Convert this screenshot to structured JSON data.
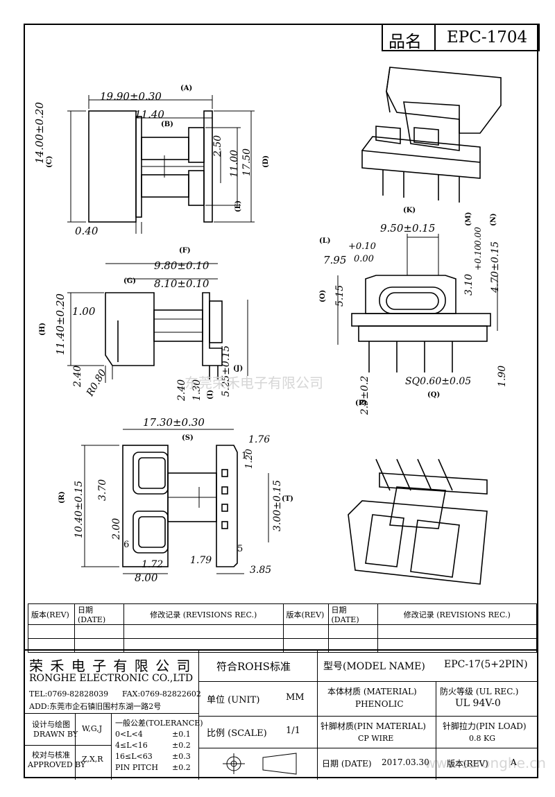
{
  "header": {
    "name_label": "品名",
    "part_no": "EPC-1704"
  },
  "view_top": {
    "dim_A": "19.90±0.30",
    "tag_A": "(A)",
    "dim_B": "11.40",
    "tag_B": "(B)",
    "dim_C": "14.00±0.20",
    "tag_C": "(C)",
    "dim_D": "17.50",
    "tag_D": "(D)",
    "dim_E": "11.00",
    "tag_E": "(E)",
    "dim_250": "2.50",
    "dim_040": "0.40"
  },
  "view_side": {
    "tag_F": "(F)",
    "dim_F": "9.80±0.10",
    "tag_G": "(G)",
    "dim_G": "8.10±0.10",
    "tag_H": "(H)",
    "dim_H": "11.40±0.20",
    "dim_100": "1.00",
    "dim_240a": "2.40",
    "dim_r080": "R0.80",
    "dim_240b": "2.40",
    "dim_130": "1.30",
    "dim_j": "5.25±0.15",
    "tag_J": "(J)",
    "tag_i": "(I)"
  },
  "view_front": {
    "tag_K": "(K)",
    "dim_K": "9.50±0.15",
    "tag_L": "(L)",
    "dim_L_plus": "+0.10",
    "dim_L_base": "7.95",
    "dim_L_minus": "0.00",
    "tag_M": "(M)",
    "dim_M": "3.10",
    "dim_M_plus": "+0.10",
    "dim_M_minus": "0.00",
    "tag_N": "(N)",
    "dim_N": "4.70±0.15",
    "tag_O": "(O)",
    "dim_O": "5.15",
    "dim_190": "1.90",
    "tag_P": "(P)",
    "dim_P": "2.9±0.2",
    "tag_Q": "(Q)",
    "dim_Q": "SQ0.60±0.05"
  },
  "view_bottom": {
    "dim_S": "17.30±0.30",
    "tag_S": "(S)",
    "dim_176": "1.76",
    "dim_120": "1.20",
    "tag_R": "(R)",
    "dim_R": "10.40±0.15",
    "dim_370": "3.70",
    "dim_200": "2.00",
    "pin_1": "1",
    "pin_5": "5",
    "pin_6": "6",
    "dim_T": "3.00±0.15",
    "tag_T": "(T)",
    "dim_172": "1.72",
    "dim_800": "8.00",
    "dim_179": "1.79",
    "dim_385": "3.85"
  },
  "revisions": {
    "col_rev": "版本(REV)",
    "col_date": "日期 (DATE)",
    "col_rec": "修改记录 (REVISIONS REC.)"
  },
  "title_block": {
    "company_cn": "荣 禾 电 子 有 限 公 司",
    "company_en": "RONGHE ELECTRONIC CO.,LTD",
    "tel": "TEL:0769-82828039",
    "fax": "FAX:0769-82822602",
    "addr": "ADD:东莞市企石镇旧围村东湖一路2号",
    "drawn_label_cn": "设计与绘图",
    "drawn_label_en": "DRAWN BY",
    "drawn_by": "W,G,J",
    "approved_label_cn": "校对与核准",
    "approved_label_en": "APPROVED BY",
    "approved_by": "Z,X,R",
    "tol_title": "一般公差(TOLERANCE)",
    "tol_1": "0<L<4",
    "tol_1v": "±0.1",
    "tol_2": "4≤L<16",
    "tol_2v": "±0.2",
    "tol_3": "16≤L<63",
    "tol_3v": "±0.3",
    "tol_4": "PIN PITCH",
    "tol_4v": "±0.2",
    "rohs": "符合ROHS标准",
    "unit_label": "单位 (UNIT)",
    "unit": "MM",
    "scale_label": "比例 (SCALE)",
    "scale": "1/1",
    "model_label": "型号(MODEL NAME)",
    "model": "EPC-17(5+2PIN)",
    "material_label": "本体材质 (MATERIAL)",
    "material": "PHENOLIC",
    "fire_label": "防火等级 (UL REC.)",
    "fire": "UL 94V-0",
    "pin_mat_label": "针脚材质(PIN MATERIAL)",
    "pin_mat": "CP WIRE",
    "pin_load_label": "针脚拉力(PIN LOAD)",
    "pin_load": "0.8 KG",
    "date_label": "日期 (DATE)",
    "date": "2017.03.30",
    "rev_label": "版本(REV)",
    "rev": "A"
  },
  "watermark": {
    "cn": "东莞荣禾电子有限公司",
    "url": "www.szronghe.cn"
  }
}
